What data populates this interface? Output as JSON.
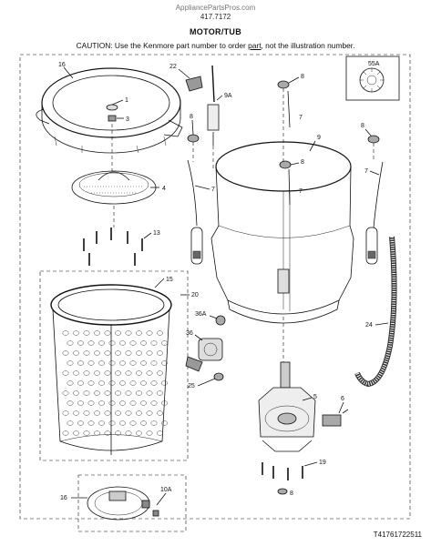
{
  "header": {
    "site": "AppliancePartsPros.com",
    "model": "417.7172",
    "title": "MOTOR/TUB",
    "caution_pre": "CAUTION: Use the Kenmore part number to order ",
    "caution_part": "part",
    "caution_post": ", not the illustration number."
  },
  "callouts": {
    "c1": "1",
    "c3": "3",
    "c4": "4",
    "c5": "5",
    "c6": "6",
    "c7a": "7",
    "c7b": "7",
    "c7c": "7",
    "c7d": "7",
    "c8a": "8",
    "c8b": "8",
    "c8c": "8",
    "c8d": "8",
    "c8e": "8",
    "c9": "9",
    "c9a": "9A",
    "c13": "13",
    "c15": "15",
    "c16a": "16",
    "c16b": "16",
    "c19": "19",
    "c20": "20",
    "c22": "22",
    "c24": "24",
    "c25": "25",
    "c36": "36",
    "c36a": "36A",
    "c55a": "55A",
    "c10a": "10A"
  },
  "footer": {
    "code": "T41761722511"
  }
}
